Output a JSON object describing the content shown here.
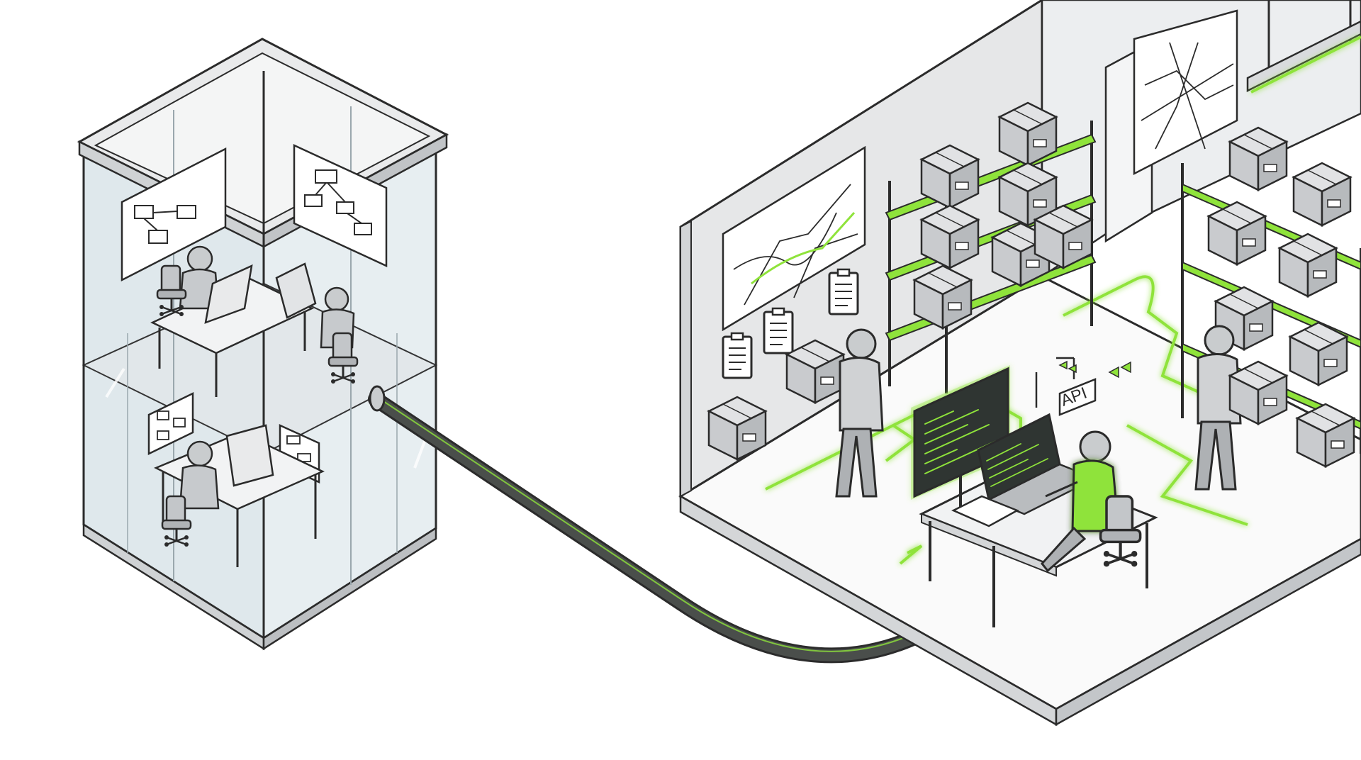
{
  "colors": {
    "accent": "#8fe33b",
    "accent_dark": "#5fae1f",
    "outline": "#2b2b2b",
    "wall": "#e4e5e6",
    "wall_light": "#eef0f1",
    "floor": "#f7f7f7",
    "box": "#cfd1d3",
    "box_dark": "#b5b8bb",
    "glass": "#d7e4ea",
    "pipe": "#3c3f3d",
    "shadow": "#dcdcdc"
  },
  "icons": {
    "office_tower": "glass-office-building",
    "warehouse": "warehouse-room",
    "connector": "data-pipe",
    "api_node": "api-box"
  },
  "labels": {
    "api": "API"
  }
}
